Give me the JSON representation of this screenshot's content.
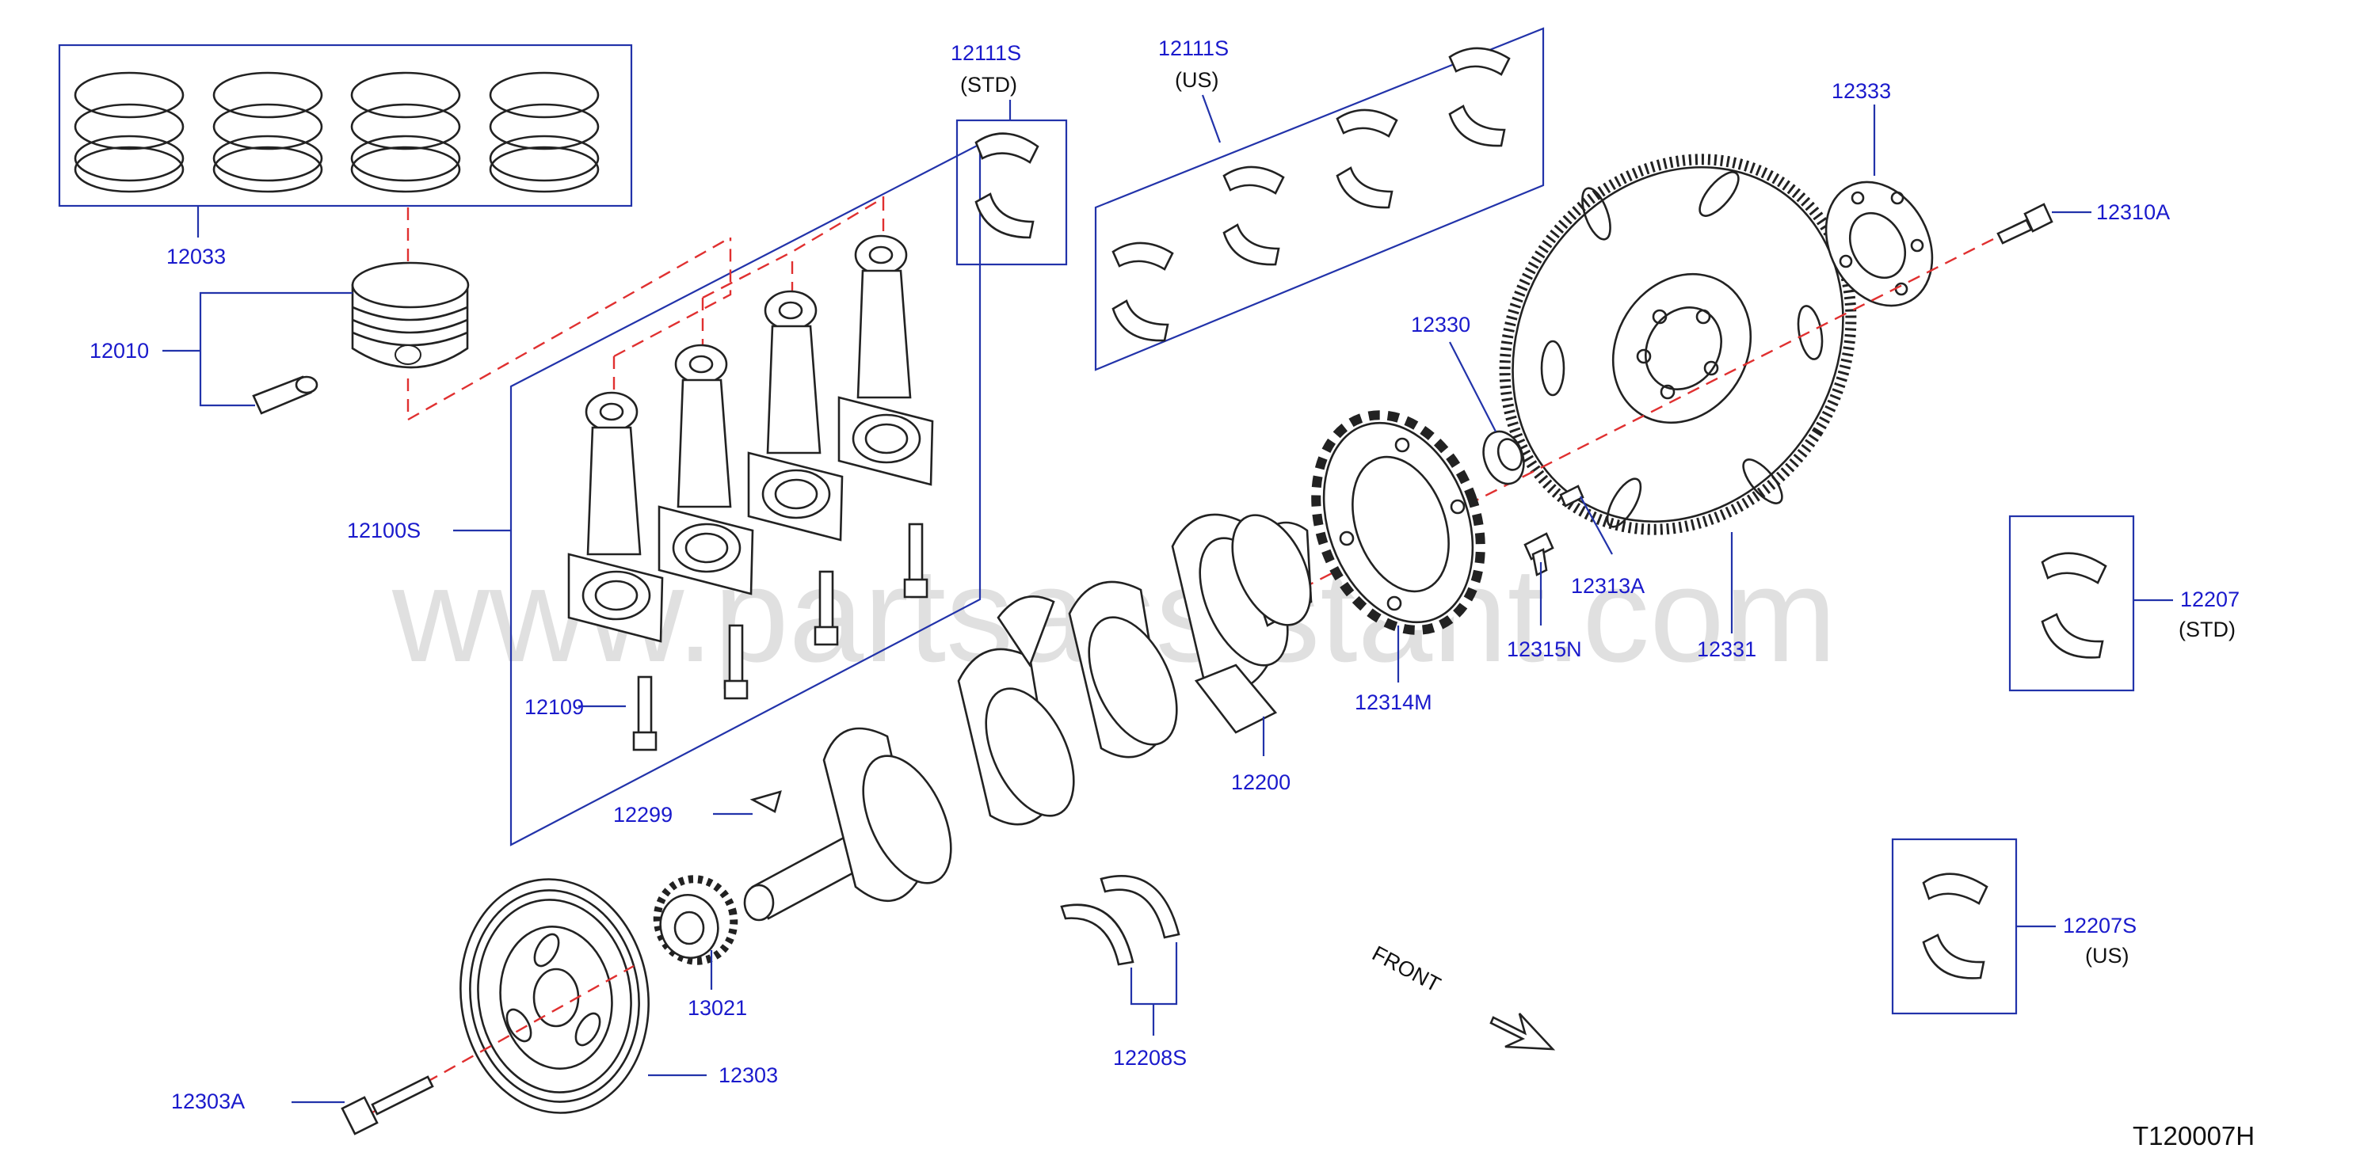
{
  "watermark": "www.partsassistant.com",
  "diagram_code": "T120007H",
  "front_label": "FRONT",
  "labels": {
    "p12033": "12033",
    "p12010": "12010",
    "p12100S": "12100S",
    "p12109": "12109",
    "p12111S_std": "12111S",
    "p12111S_std_sub": "(STD)",
    "p12111S_us": "12111S",
    "p12111S_us_sub": "(US)",
    "p12333": "12333",
    "p12310A": "12310A",
    "p12330": "12330",
    "p12331": "12331",
    "p12313A": "12313A",
    "p12315N": "12315N",
    "p12314M": "12314M",
    "p12207": "12207",
    "p12207_sub": "(STD)",
    "p12207S": "12207S",
    "p12207S_sub": "(US)",
    "p12200": "12200",
    "p12299": "12299",
    "p13021": "13021",
    "p12303": "12303",
    "p12303A": "12303A",
    "p12208S": "12208S"
  },
  "colors": {
    "label_blue": "#1a1acc",
    "leader_blue": "#2233aa",
    "centerline_red": "#e03030",
    "outline": "#222222"
  }
}
